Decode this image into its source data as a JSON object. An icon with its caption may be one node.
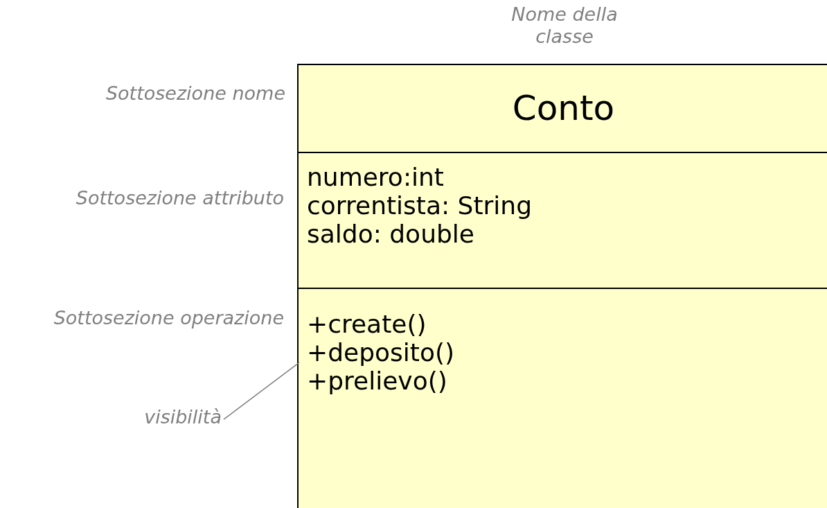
{
  "diagram": {
    "nodes": [
      {
        "text": [],
        "shape": "box"
      },
      {
        "text": [
          "Conto"
        ],
        "in": 0
      },
      {
        "text": [
          "numero:int",
          "correntista: String",
          "saldo: double"
        ],
        "in": 0
      },
      {
        "text": [
          "+create()",
          "+deposito()",
          "+prelievo()"
        ],
        "in": 0
      },
      {
        "text": [
          "visibilità"
        ]
      }
    ],
    "edges": [
      {
        "from": 4,
        "to": 3,
        "arrow": "none"
      }
    ],
    "labels": [
      "Nome della classe",
      "Sottosezione nome",
      "Sottosezione attributo",
      "Sottosezione operazione"
    ]
  }
}
